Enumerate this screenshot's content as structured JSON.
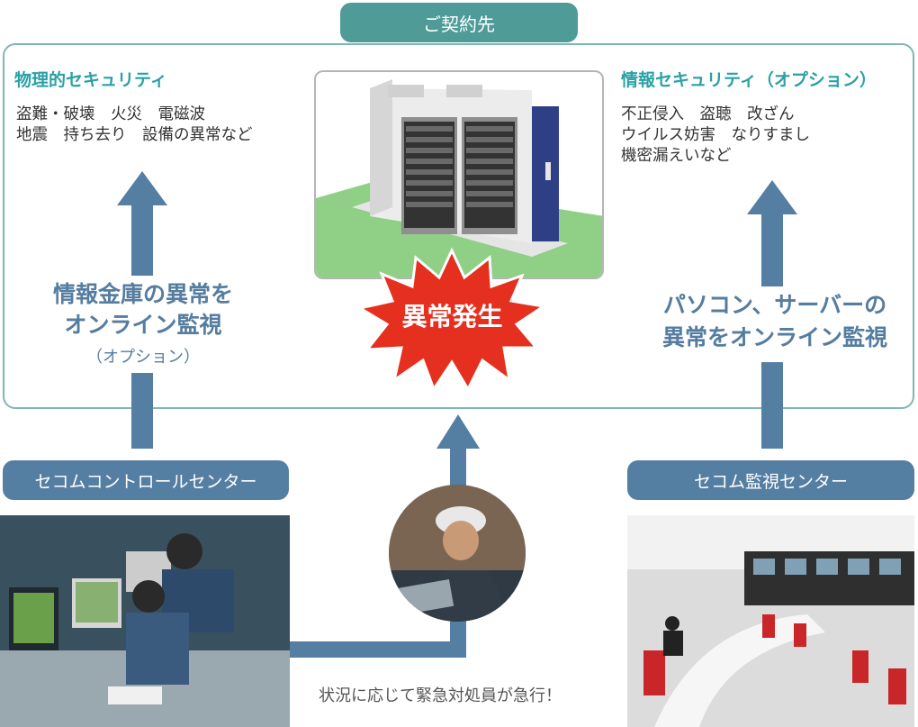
{
  "client": {
    "title": "ご契約先"
  },
  "physical": {
    "heading": "物理的セキュリティ",
    "line1": "盗難・破壊　火災　電磁波",
    "line2": "地震　持ち去り　設備の異常など"
  },
  "information": {
    "heading": "情報セキュリティ（オプション）",
    "line1": "不正侵入　盗聴　改ざん",
    "line2": "ウイルス妨害　なりすまし",
    "line3": "機密漏えいなど"
  },
  "left_flow": {
    "line1": "情報金庫の異常を",
    "line2": "オンライン監視",
    "note": "（オプション）"
  },
  "right_flow": {
    "line1": "パソコン、サーバーの",
    "line2": "異常をオンライン監視"
  },
  "alert": {
    "label": "異常発生"
  },
  "centers": {
    "control": "セコムコントロールセンター",
    "monitor": "セコム監視センター"
  },
  "dispatch": {
    "caption": "状況に応じて緊急対処員が急行！"
  },
  "colors": {
    "teal": "#2aa1a5",
    "frame": "#7fb7b4",
    "steel_blue": "#557ea3",
    "alert_red": "#e6301f"
  }
}
